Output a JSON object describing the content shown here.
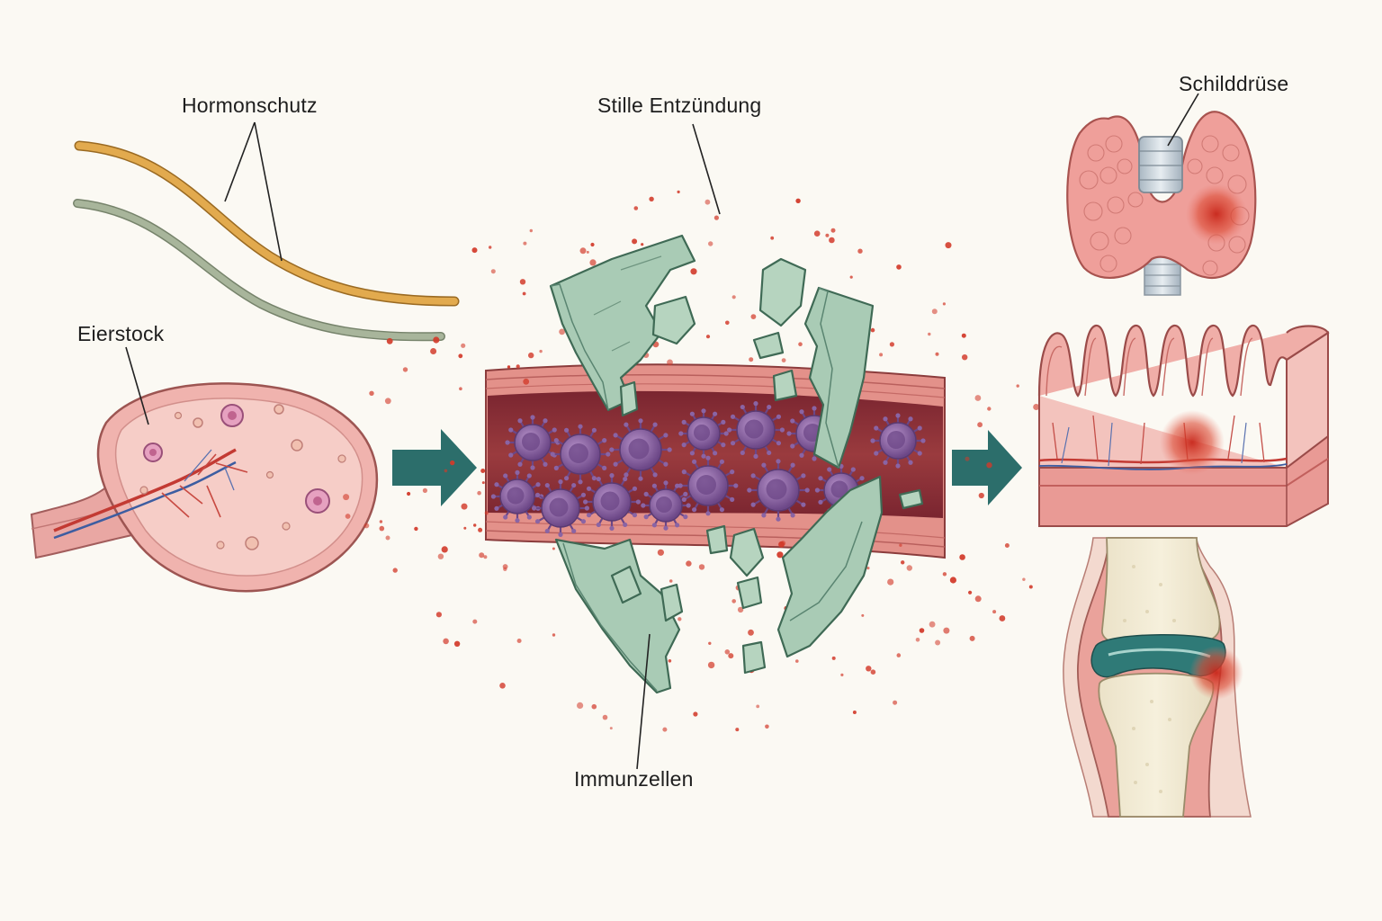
{
  "labels": {
    "hormone": "Hormonschutz",
    "ovary": "Eierstock",
    "inflammation": "Stille Entzündung",
    "immune": "Immunzellen",
    "thyroid": "Schilddrüse"
  },
  "colors": {
    "background": "#fbf9f3",
    "hormone_line_1": "#e2aa4e",
    "hormone_line_2": "#a8b59b",
    "arrow": "#2c6e6b",
    "shield": "#a9cbb5",
    "vessel": "#8e2f35",
    "immune_cell": "#8a64a4",
    "tissue": "#f1b8b2",
    "inflammation_spot": "#d23a2a"
  },
  "icons": [
    "process-arrow-icon",
    "shield-fragment-icon",
    "immune-cell-icon"
  ]
}
